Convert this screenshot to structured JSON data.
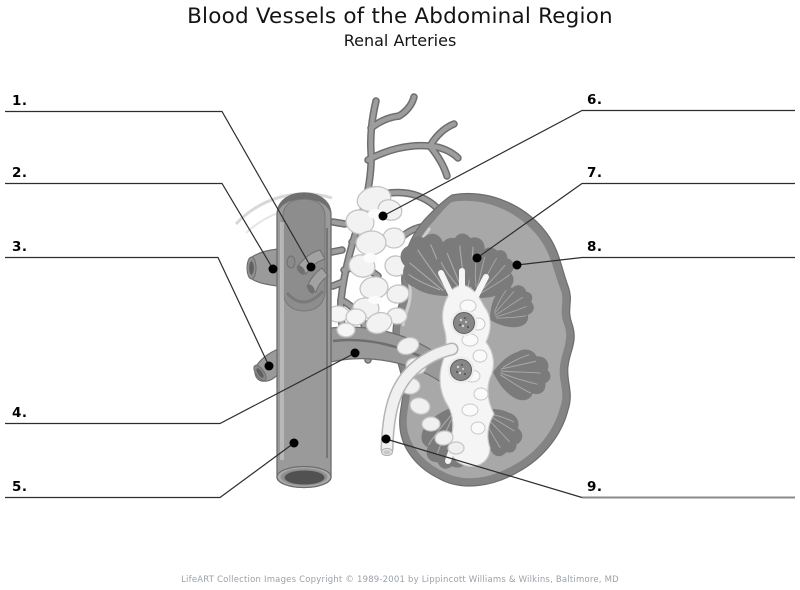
{
  "header": {
    "title": "Blood Vessels of the Abdominal Region",
    "subtitle": "Renal Arteries"
  },
  "labels": [
    {
      "text": "1."
    },
    {
      "text": "2."
    },
    {
      "text": "3."
    },
    {
      "text": "4."
    },
    {
      "text": "5."
    },
    {
      "text": "6."
    },
    {
      "text": "7."
    },
    {
      "text": "8."
    },
    {
      "text": "9."
    }
  ],
  "footer": {
    "copyright": "LifeART Collection Images Copyright © 1989-2001 by Lippincott Williams & Wilkins, Baltimore, MD"
  },
  "figure": {
    "description": "Cross-sectioned kidney with renal arteries branching from the opened abdominal aorta, ureter and suprarenal structures; nine unlabeled answer lines",
    "colors": {
      "vessel_gray": "#9a9a9a",
      "outline_gray": "#6d6d6d",
      "cortex_gray": "#a8a8a8",
      "capsule_gray": "#848484",
      "pyramid_gray": "#7b7b7b",
      "sinus_white": "#f5f5f5",
      "leader_line": "#2e2e2e"
    }
  }
}
